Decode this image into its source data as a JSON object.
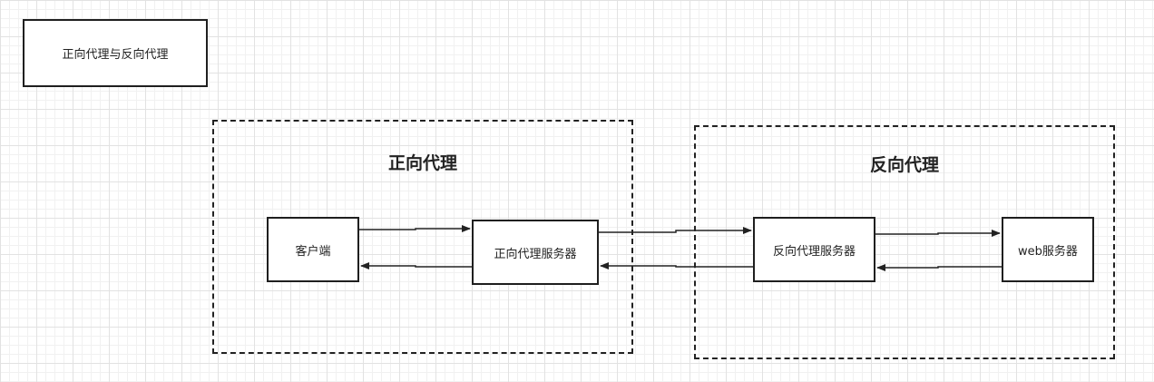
{
  "diagram": {
    "title_box": "正向代理与反向代理",
    "groups": {
      "forward": {
        "title": "正向代理"
      },
      "reverse": {
        "title": "反向代理"
      }
    },
    "nodes": {
      "client": "客户端",
      "forward_proxy_server": "正向代理服务器",
      "reverse_proxy_server": "反向代理服务器",
      "web_server": "web服务器"
    },
    "edges": [
      {
        "from": "client",
        "to": "forward_proxy_server"
      },
      {
        "from": "forward_proxy_server",
        "to": "client"
      },
      {
        "from": "forward_proxy_server",
        "to": "reverse_proxy_server"
      },
      {
        "from": "reverse_proxy_server",
        "to": "forward_proxy_server"
      },
      {
        "from": "reverse_proxy_server",
        "to": "web_server"
      },
      {
        "from": "web_server",
        "to": "reverse_proxy_server"
      }
    ],
    "colors": {
      "stroke": "#222222",
      "grid": "#e2e2e2"
    }
  }
}
